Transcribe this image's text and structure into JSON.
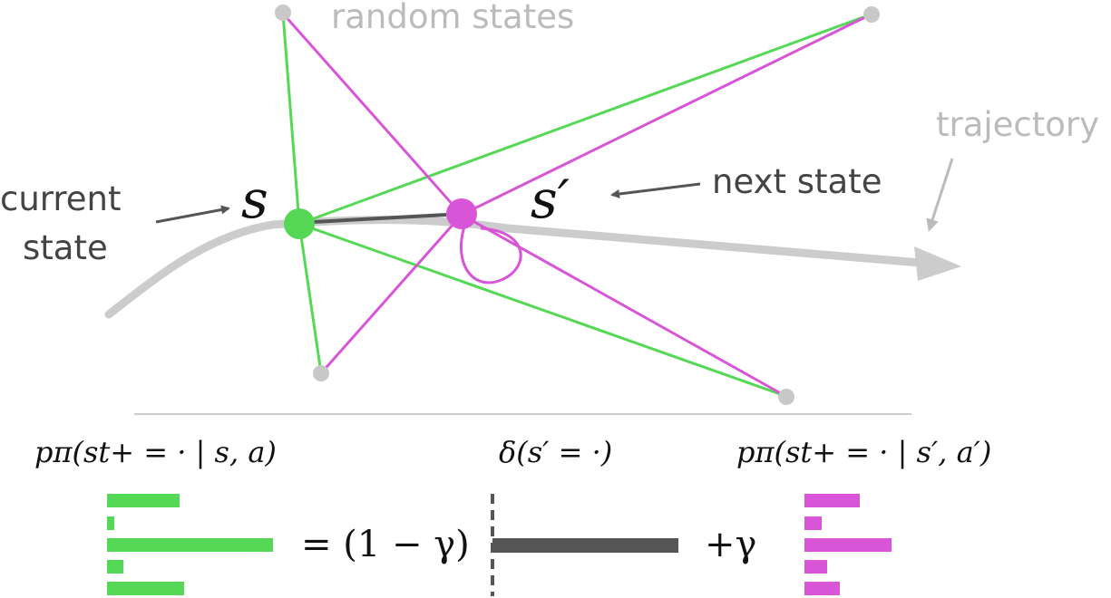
{
  "diagram": {
    "labels": {
      "random_states": "random states",
      "trajectory": "trajectory",
      "current_state_line1": "current",
      "current_state_line2": "state",
      "next_state": "next state",
      "s": "s",
      "s_prime": "s′"
    },
    "equation": {
      "lhs_label": "pπ(st+ = · | s, a)",
      "mid_label": "δ(s′ = ·)",
      "rhs_label": "pπ(st+ = · | s′, a′)",
      "equals_term": "= (1 − γ)",
      "plus_term": "+γ"
    },
    "colors": {
      "current_state": "#55d855",
      "next_state": "#d855d8",
      "random_state": "#c8c8c8",
      "trajectory": "#cccccc",
      "delta_bar": "#555555",
      "label_dark": "#444444",
      "label_light": "#bbbbbb"
    },
    "histograms": {
      "lhs_relative_lengths": [
        0.4,
        0.04,
        0.9,
        0.09,
        0.42
      ],
      "rhs_relative_lengths": [
        0.33,
        0.09,
        0.52,
        0.14,
        0.21
      ]
    }
  }
}
